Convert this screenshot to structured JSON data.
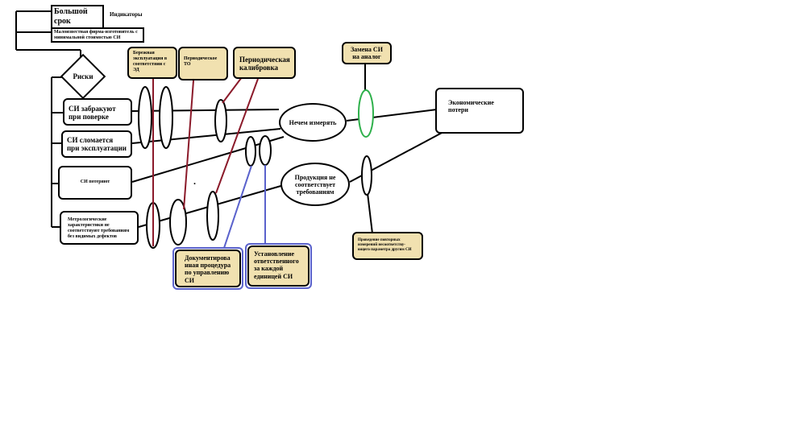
{
  "colors": {
    "line": "#000000",
    "red_link": "#8b1a2a",
    "blue_link": "#5a62cc",
    "green_ring": "#2eb04b",
    "note_fill": "#f1e1b0"
  },
  "indicators": {
    "label": "Индикаторы",
    "long_life": "Большой срок эксплуатации",
    "small_maker": "Малоизвестная фирма-изготовитель с минимальной стоимостью СИ"
  },
  "risks": {
    "label": "Риски",
    "items": [
      "СИ забракуют при поверке",
      "СИ сломается при эксплуатации",
      "СИ потеряют",
      "Метрологические характеристики не соответствуют требованиям без видимых дефектов"
    ]
  },
  "measures": {
    "careful_use": "Бережная эксплуатация в соответствии с ЭД",
    "periodic_to": "Периодическое ТО",
    "periodic_calibration": "Периодическая калибровка",
    "replace": "Замена СИ на аналог",
    "documented_procedure": "Документирова нная процедура по управлению СИ",
    "responsible": "Установление ответственного за каждой единицей СИ",
    "repeat_measurements": "Проведение повторных измерений несоответству- ющего параметра другим СИ"
  },
  "consequences": {
    "nothing_to_measure": "Нечем измерять",
    "nonconforming_product": "Продукция не соответствует требованиям",
    "economic_losses": "Экономические потери"
  },
  "stray_mark": "."
}
